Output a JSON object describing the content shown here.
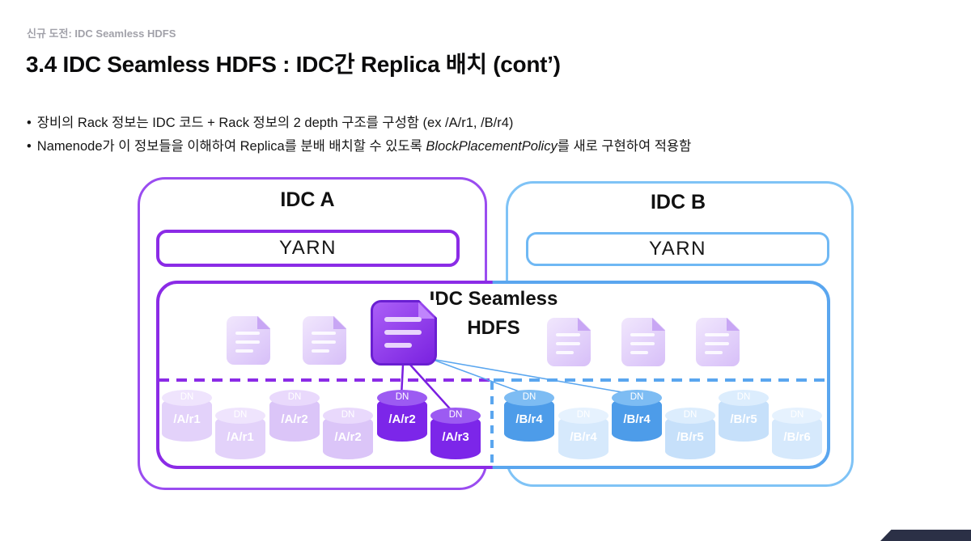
{
  "page": {
    "eyebrow": "신규 도전: IDC Seamless HDFS",
    "title": "3.4 IDC Seamless HDFS : IDC간 Replica 배치 (cont’)",
    "bullets": [
      {
        "marker": "•",
        "pre": "장비의 Rack 정보는 IDC 코드 + Rack 정보의 2 depth 구조를 구성함 (ex /A/r1, /B/r4)",
        "italic": "",
        "post": ""
      },
      {
        "marker": "•",
        "pre": "Namenode가 이 정보들을 이해하여 Replica를 분배 배치할 수 있도록 ",
        "italic": "BlockPlacementPolicy",
        "post": "를 새로 구현하여 적용함"
      }
    ]
  },
  "diagram": {
    "idc_a": {
      "title": "IDC A",
      "yarn_label": "YARN"
    },
    "idc_b": {
      "title": "IDC B",
      "yarn_label": "YARN"
    },
    "hdfs": {
      "title_line1": "IDC Seamless",
      "title_line2": "HDFS"
    },
    "documents": [
      {
        "icon": "document-icon",
        "variant": "light-purple"
      },
      {
        "icon": "document-icon",
        "variant": "light-purple"
      },
      {
        "icon": "document-icon",
        "variant": "bold-purple-active"
      },
      {
        "icon": "document-icon",
        "variant": "light-purple"
      },
      {
        "icon": "document-icon",
        "variant": "light-purple"
      },
      {
        "icon": "document-icon",
        "variant": "light-purple"
      }
    ],
    "datanodes": [
      {
        "label": "DN",
        "path": "/A/r1",
        "variant": "light-purple"
      },
      {
        "label": "DN",
        "path": "/A/r1",
        "variant": "light-purple"
      },
      {
        "label": "DN",
        "path": "/A/r2",
        "variant": "light-purple"
      },
      {
        "label": "DN",
        "path": "/A/r2",
        "variant": "light-purple"
      },
      {
        "label": "DN",
        "path": "/A/r2",
        "variant": "bold-purple"
      },
      {
        "label": "DN",
        "path": "/A/r3",
        "variant": "bold-purple"
      },
      {
        "label": "DN",
        "path": "/B/r4",
        "variant": "bold-blue"
      },
      {
        "label": "DN",
        "path": "/B/r4",
        "variant": "light-blue"
      },
      {
        "label": "DN",
        "path": "/B/r4",
        "variant": "bold-blue"
      },
      {
        "label": "DN",
        "path": "/B/r5",
        "variant": "light-blue"
      },
      {
        "label": "DN",
        "path": "/B/r5",
        "variant": "light-blue"
      },
      {
        "label": "DN",
        "path": "/B/r6",
        "variant": "light-blue"
      }
    ]
  },
  "colors": {
    "purple_accent": "#8b2be6",
    "purple_node_bold": "#7c26e9",
    "blue_accent": "#5aa6ef",
    "blue_node_bold": "#4d9ce9",
    "light_purple_node": "#e3d2fa",
    "light_blue_node": "#cfe5fb",
    "eyebrow_gray": "#a1a1a9",
    "corner_navy": "#2b3046"
  }
}
